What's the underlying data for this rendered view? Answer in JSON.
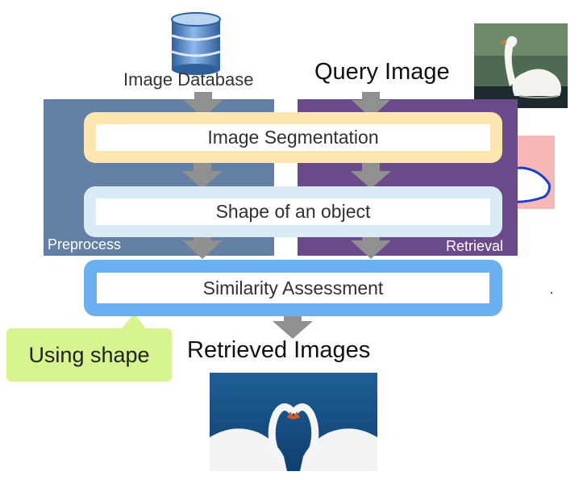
{
  "header": {
    "database_label": "Image Database",
    "query_label": "Query Image"
  },
  "panels": {
    "preprocess_label": "Preprocess",
    "retrieval_label": "Retrieval"
  },
  "stages": {
    "segmentation": "Image Segmentation",
    "shape": "Shape of an object",
    "similarity": "Similarity Assessment"
  },
  "callout": {
    "text": "Using shape"
  },
  "result": {
    "label": "Retrieved Images"
  },
  "colors": {
    "preprocess_panel": "#637fa4",
    "retrieval_panel": "#6a4a8a",
    "segmentation_border": "#fde6b0",
    "shape_border": "#d9ecf5",
    "similarity_border": "#6bb0f0",
    "callout_bg": "#d8f48e",
    "arrow": "#909090"
  },
  "icons": [
    "database-icon",
    "arrow-down-icon"
  ]
}
